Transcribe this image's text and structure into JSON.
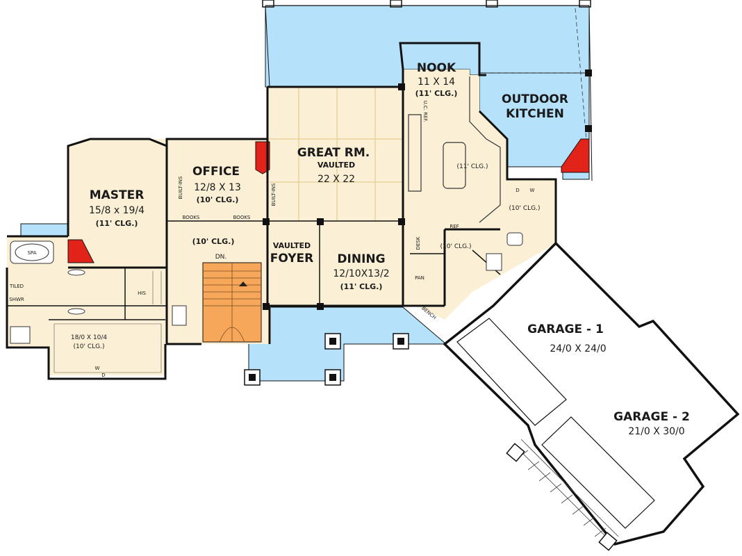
{
  "colors": {
    "outdoor": "#b5e1fa",
    "interior": "#fbf0d5",
    "stair": "#f6a75a",
    "fireplace": "#e2231a",
    "wall": "#111111",
    "garage": "#ffffff",
    "grid": "#e4cc92"
  },
  "rooms": {
    "great_room": {
      "name": "GREAT RM.",
      "note": "VAULTED",
      "size": "22 X 22"
    },
    "nook": {
      "name": "NOOK",
      "size": "11 X 14",
      "ceiling": "(11' CLG.)"
    },
    "outdoor_kitchen": {
      "line1": "OUTDOOR",
      "line2": "KITCHEN"
    },
    "office": {
      "name": "OFFICE",
      "size": "12/8 X 13",
      "ceiling": "(10' CLG.)"
    },
    "master": {
      "name": "MASTER",
      "size": "15/8 x 19/4",
      "ceiling": "(11' CLG.)"
    },
    "dining": {
      "name": "DINING",
      "size": "12/10X13/2",
      "ceiling": "(11' CLG.)"
    },
    "foyer": {
      "note": "VAULTED",
      "name": "FOYER"
    },
    "hall": {
      "ceiling": "(10' CLG.)",
      "stair_label": "DN."
    },
    "kitchen": {
      "ceiling": "(11' CLG.)",
      "appliance": "U.C. REF."
    },
    "laundry": {
      "ceiling": "(10' CLG.)",
      "washer": "W",
      "dryer": "D"
    },
    "mudroom": {
      "ceiling": "(10' CLG.)"
    },
    "closet": {
      "size": "18/0 X 10/4",
      "ceiling": "(10' CLG.)",
      "his": "HIS",
      "washer": "W",
      "dryer": "D"
    },
    "garage_1": {
      "name": "GARAGE - 1",
      "size": "24/0 X 24/0"
    },
    "garage_2": {
      "name": "GARAGE - 2",
      "size": "21/0 X 30/0"
    }
  },
  "fixtures": {
    "books_left": "BOOKS",
    "books_right": "BOOKS",
    "builtins_left": "BUILT-INS",
    "builtins_right": "BUILT-INS",
    "spa": "SPA",
    "tiled": "TILED",
    "shwr": "SHWR",
    "ref": "REF",
    "desk": "DESK",
    "pan": "PAN",
    "bench": "BENCH"
  }
}
